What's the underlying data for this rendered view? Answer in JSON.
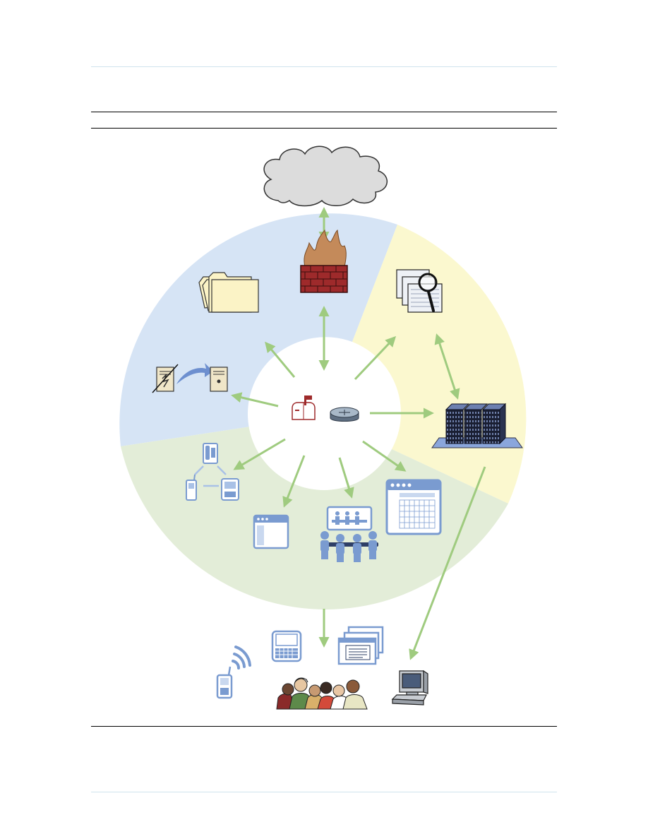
{
  "figure": {
    "segments": [
      {
        "name": "security-segment",
        "color": "#d6e4f5"
      },
      {
        "name": "search-segment",
        "color": "#fbf8cf"
      },
      {
        "name": "collaboration-segment",
        "color": "#e3edd8"
      }
    ],
    "colors": {
      "arrow": "#9fcb7f",
      "icon_blue": "#7a9bd0",
      "icon_light_blue": "#a9c1e6",
      "cloud_fill": "#dcdcdc",
      "brick": "#9e2a2b",
      "flame": "#c48a5a",
      "folder": "#fbf3c6",
      "server_rack": "#1a1f33"
    },
    "icons": [
      "cloud-icon",
      "firewall-icon",
      "folders-icon",
      "document-search-icon",
      "server-migration-icon",
      "mailbox-icon",
      "router-icon",
      "server-rack-icon",
      "phone-network-icon",
      "web-window-icon",
      "meeting-icon",
      "calendar-icon",
      "handheld-device-icon",
      "wireless-phone-icon",
      "browser-windows-icon",
      "people-group-icon",
      "desktop-computer-icon"
    ]
  }
}
